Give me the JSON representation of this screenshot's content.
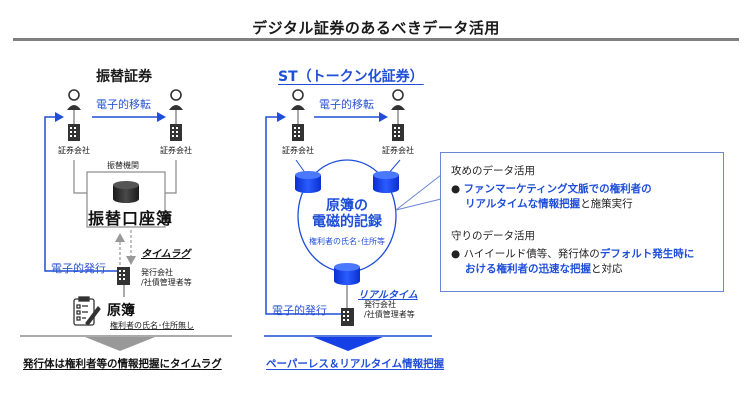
{
  "page": {
    "title": "デジタル証券のあるべきデータ活用"
  },
  "left": {
    "heading": "振替証券",
    "transfer_label": "電子的移転",
    "broker_left": "証券会社",
    "broker_right": "証券会社",
    "institution_label": "振替機関",
    "ledger_title": "振替口座簿",
    "lag_label": "タイムラグ",
    "issuance_label": "電子的発行",
    "issuer_line1": "発行会社",
    "issuer_line2": "/社債管理者等",
    "register_title": "原簿",
    "register_note": "権利者の氏名･住所無し",
    "conclusion": "発行体は権利者等の情報把握にタイムラグ",
    "colors": {
      "arrow": "#1f4fd8",
      "gray": "#8a8a8a",
      "db": "#333333"
    }
  },
  "right": {
    "heading": "ST（トークン化証券）",
    "transfer_label": "電子的移転",
    "broker_left": "証券会社",
    "broker_right": "証券会社",
    "record_line1": "原簿の",
    "record_line2": "電磁的記録",
    "record_note": "権利者の氏名･住所等",
    "realtime_label": "リアルタイム",
    "issuance_label": "電子的発行",
    "issuer_line1": "発行会社",
    "issuer_line2": "/社債管理者等",
    "conclusion": "ペーパーレス＆リアルタイム情報把握",
    "colors": {
      "accent": "#1f4fd8",
      "node": "#1540e6"
    }
  },
  "callout": {
    "offense_heading": "攻めのデータ活用",
    "offense_bullet_bold1": "ファンマーケティング文脈での権利者の",
    "offense_bullet_bold2": "リアルタイムな情報把握",
    "offense_bullet_tail": "と施策実行",
    "defense_heading": "守りのデータ活用",
    "defense_bullet_plain": "ハイイールド債等、発行体の",
    "defense_bullet_bold1": "デフォルト発生時に",
    "defense_bullet_bold2": "おける権利者の迅速な把握",
    "defense_bullet_tail": "と対応",
    "bullet_glyph": "●"
  }
}
